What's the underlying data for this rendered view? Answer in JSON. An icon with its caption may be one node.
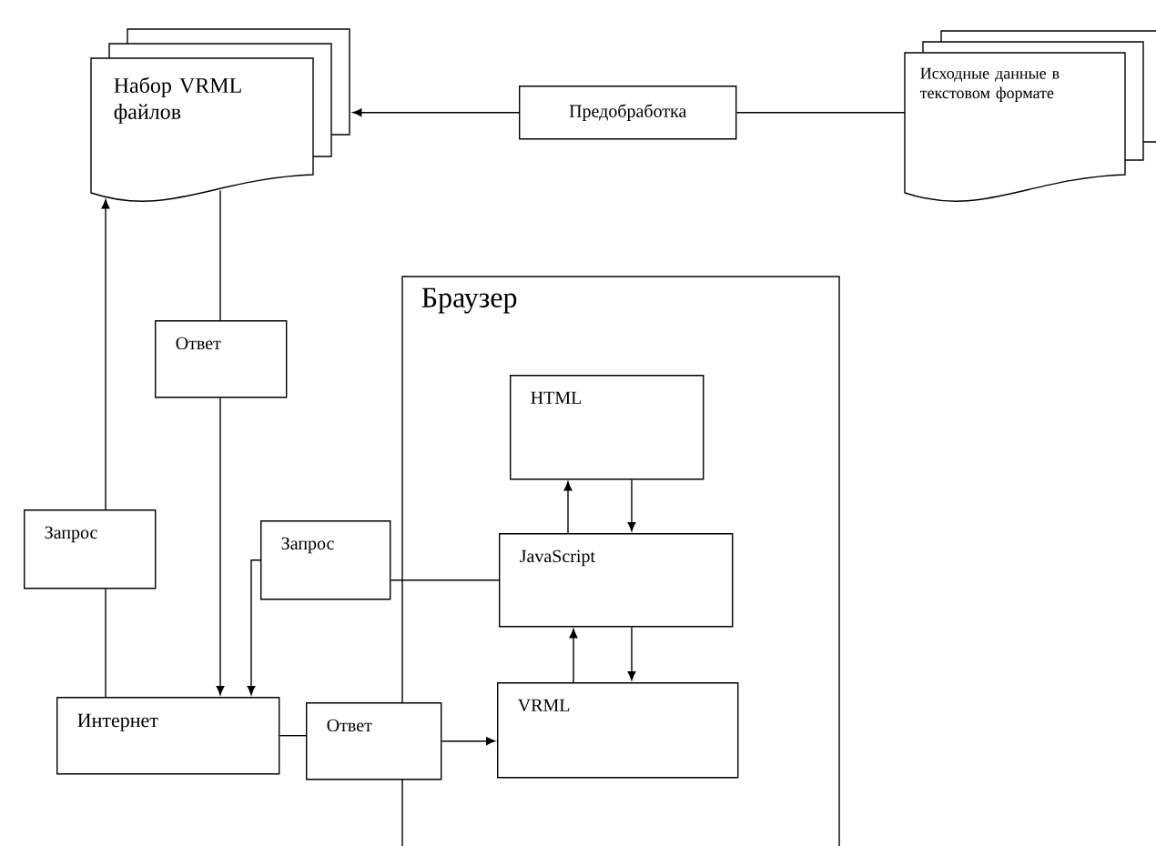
{
  "diagram": {
    "nodes": [
      {
        "text": [
          "Набор VRML файлов"
        ]
      },
      {
        "text": [
          "Предобработка"
        ]
      },
      {
        "text": [
          "Исходные данные в текстовом формате"
        ]
      },
      {
        "text": [
          "Ответ"
        ]
      },
      {
        "text": [
          "Браузер"
        ]
      },
      {
        "text": [
          "HTML"
        ],
        "in": 4
      },
      {
        "text": [
          "Запрос"
        ]
      },
      {
        "text": [
          "Запрос"
        ]
      },
      {
        "text": [
          "JavaScript"
        ],
        "in": 4
      },
      {
        "text": [
          "Интернет"
        ]
      },
      {
        "text": [
          "Ответ"
        ]
      },
      {
        "text": [
          "VRML"
        ],
        "in": 4
      }
    ],
    "edges": [
      {
        "from": 2,
        "to": 1,
        "arrow": "none"
      },
      {
        "from": 1,
        "to": 0,
        "arrow": "to"
      },
      {
        "from": 9,
        "to": 6,
        "arrow": "none"
      },
      {
        "from": 6,
        "to": 0,
        "arrow": "to"
      },
      {
        "from": 0,
        "to": 3,
        "arrow": "none"
      },
      {
        "from": 3,
        "to": 9,
        "arrow": "to"
      },
      {
        "from": 8,
        "to": 7,
        "arrow": "none"
      },
      {
        "from": 7,
        "to": 9,
        "arrow": "to"
      },
      {
        "from": 9,
        "to": 10,
        "arrow": "none"
      },
      {
        "from": 10,
        "to": 11,
        "arrow": "to"
      },
      {
        "from": 8,
        "to": 5,
        "arrow": "to"
      },
      {
        "from": 5,
        "to": 8,
        "arrow": "to"
      },
      {
        "from": 11,
        "to": 8,
        "arrow": "to"
      },
      {
        "from": 8,
        "to": 11,
        "arrow": "to"
      }
    ]
  }
}
